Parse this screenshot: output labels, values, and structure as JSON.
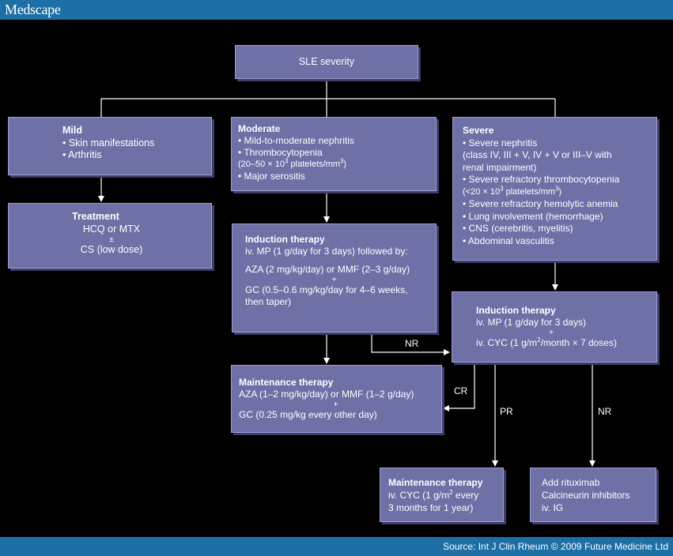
{
  "header": {
    "logo": "Medscape"
  },
  "footer": {
    "source": "Source: Int J Clin Rheum © 2009 Future Medicine Ltd"
  },
  "root": {
    "title": "SLE severity"
  },
  "mild": {
    "title": "Mild",
    "items": [
      "• Skin manifestations",
      "• Arthritis"
    ]
  },
  "mild_treatment": {
    "title": "Treatment",
    "line1": "HCQ or MTX",
    "pm": "±",
    "line2": "CS (low dose)"
  },
  "moderate": {
    "title": "Moderate",
    "item1": "• Mild-to-moderate nephritis",
    "item2": "• Thrombocytopenia",
    "item2b_pre": "(20–50 × 10",
    "item2b_sup": "3",
    "item2b_mid": " platelets/mm",
    "item2b_sup2": "3",
    "item2b_post": ")",
    "item3": "• Major serositis"
  },
  "severe": {
    "title": "Severe",
    "item1": "• Severe nephritis",
    "item1b": "(class IV, III + V, IV + V or III–V with",
    "item1c": "renal impairment)",
    "item2": "• Severe refractory thrombocytopenia",
    "item2b_pre": "(<20 × 10",
    "item2b_sup": "3",
    "item2b_mid": " platelets/mm",
    "item2b_sup2": "3",
    "item2b_post": ")",
    "item3": "• Severe refractory hemolytic anemia",
    "item4": "• Lung involvement (hemorrhage)",
    "item5": "• CNS (cerebritis, myelitis)",
    "item6": "• Abdominal vasculitis"
  },
  "mod_induction": {
    "title": "Induction therapy",
    "line1": "iv. MP (1 g/day for 3 days) followed by:",
    "line2": "AZA (2 mg/kg/day) or MMF (2–3 g/day)",
    "plus": "+",
    "line3": "GC (0.5–0.6 mg/kg/day for 4–6 weeks,",
    "line4": "then taper)"
  },
  "sev_induction": {
    "title": "Induction therapy",
    "line1": "iv. MP (1 g/day for 3 days)",
    "plus": "+",
    "line2_pre": "iv. CYC (1 g/m",
    "line2_sup": "2",
    "line2_post": "/month × 7 doses)"
  },
  "maint1": {
    "title": "Maintenance therapy",
    "line1": "AZA (1–2 mg/kg/day) or MMF (1–2 g/day)",
    "plus": "+",
    "line2": "GC (0.25 mg/kg every other day)"
  },
  "maint2": {
    "title": "Maintenance therapy",
    "line1_pre": "iv. CYC (1 g/m",
    "line1_sup": "2",
    "line1_post": " every",
    "line2": "3 months for 1 year)"
  },
  "rescue": {
    "line1": "Add rituximab",
    "line2": "Calcineurin inhibitors",
    "line3": "iv. IG"
  },
  "labels": {
    "nr1": "NR",
    "cr": "CR",
    "pr": "PR",
    "nr2": "NR"
  }
}
